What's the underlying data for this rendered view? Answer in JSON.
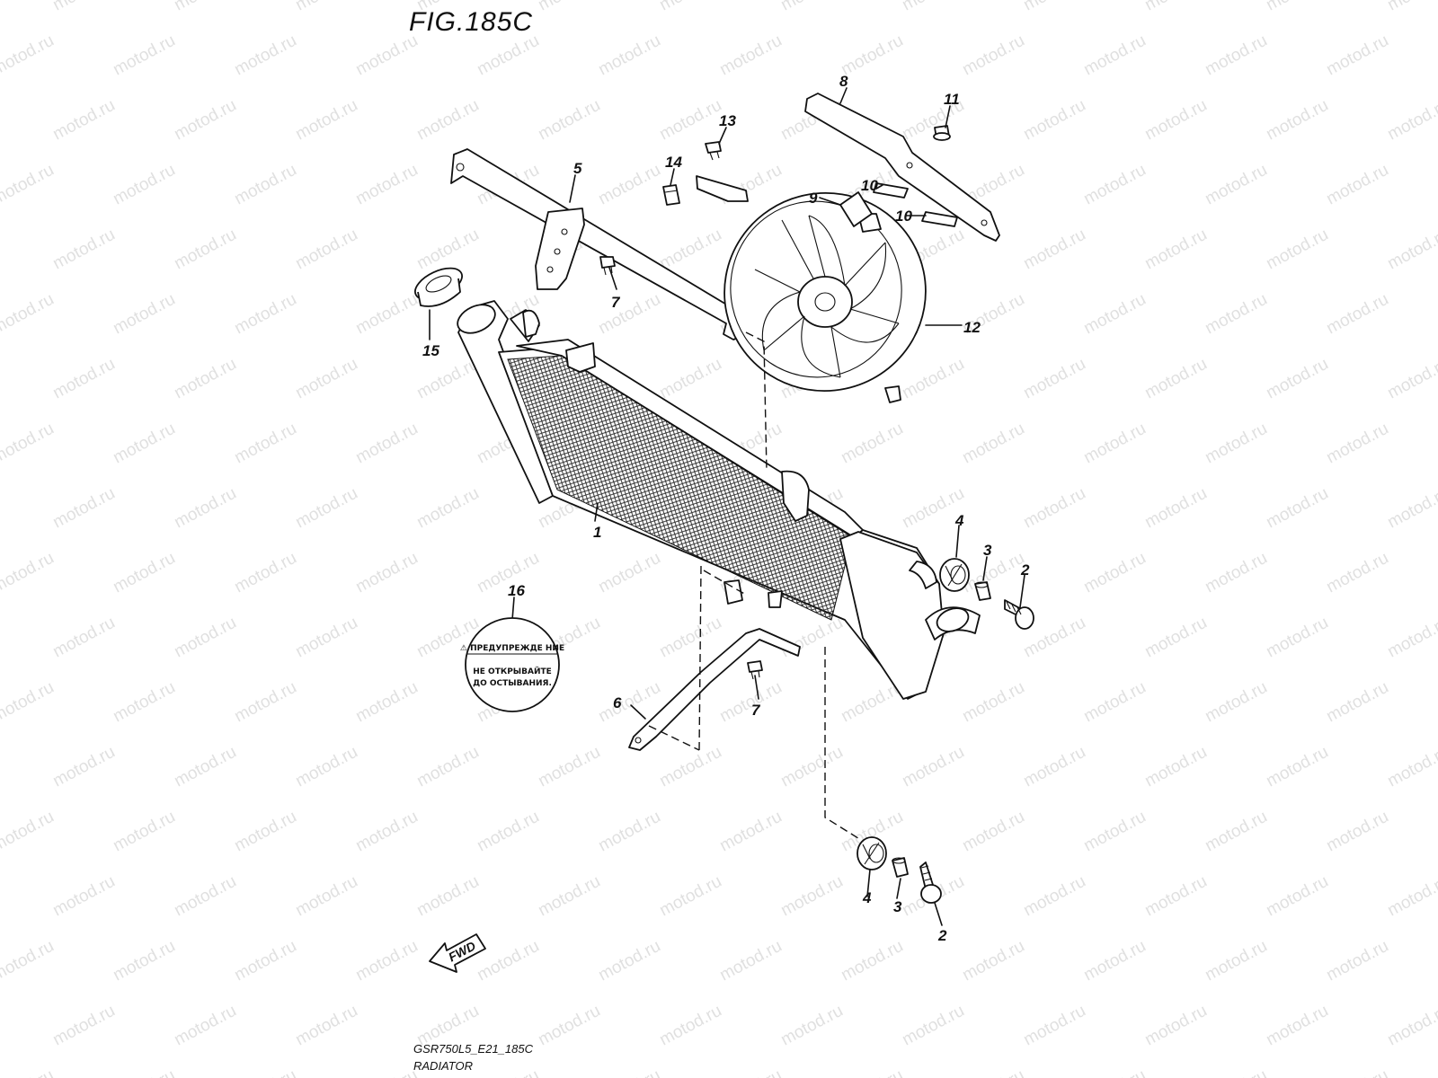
{
  "figure": {
    "title": "FIG.185C",
    "code": "GSR750L5_E21_185C",
    "name": "RADIATOR"
  },
  "watermark": "motod.ru",
  "fwd_arrow": "FWD",
  "warning_label": {
    "line1": "⚠ ПРЕДУПРЕЖДЕ НИЕ",
    "line2": "НЕ ОТКРЫВАЙТЕ",
    "line3": "ДО ОСТЫВАНИЯ."
  },
  "callouts": [
    {
      "id": "c1",
      "text": "1"
    },
    {
      "id": "c2a",
      "text": "2"
    },
    {
      "id": "c2b",
      "text": "2"
    },
    {
      "id": "c3a",
      "text": "3"
    },
    {
      "id": "c3b",
      "text": "3"
    },
    {
      "id": "c4a",
      "text": "4"
    },
    {
      "id": "c4b",
      "text": "4"
    },
    {
      "id": "c5",
      "text": "5"
    },
    {
      "id": "c6",
      "text": "6"
    },
    {
      "id": "c7a",
      "text": "7"
    },
    {
      "id": "c7b",
      "text": "7"
    },
    {
      "id": "c8",
      "text": "8"
    },
    {
      "id": "c9",
      "text": "9"
    },
    {
      "id": "c10a",
      "text": "10"
    },
    {
      "id": "c10b",
      "text": "10"
    },
    {
      "id": "c11",
      "text": "11"
    },
    {
      "id": "c12",
      "text": "12"
    },
    {
      "id": "c13",
      "text": "13"
    },
    {
      "id": "c14",
      "text": "14"
    },
    {
      "id": "c15",
      "text": "15"
    },
    {
      "id": "c16",
      "text": "16"
    }
  ]
}
